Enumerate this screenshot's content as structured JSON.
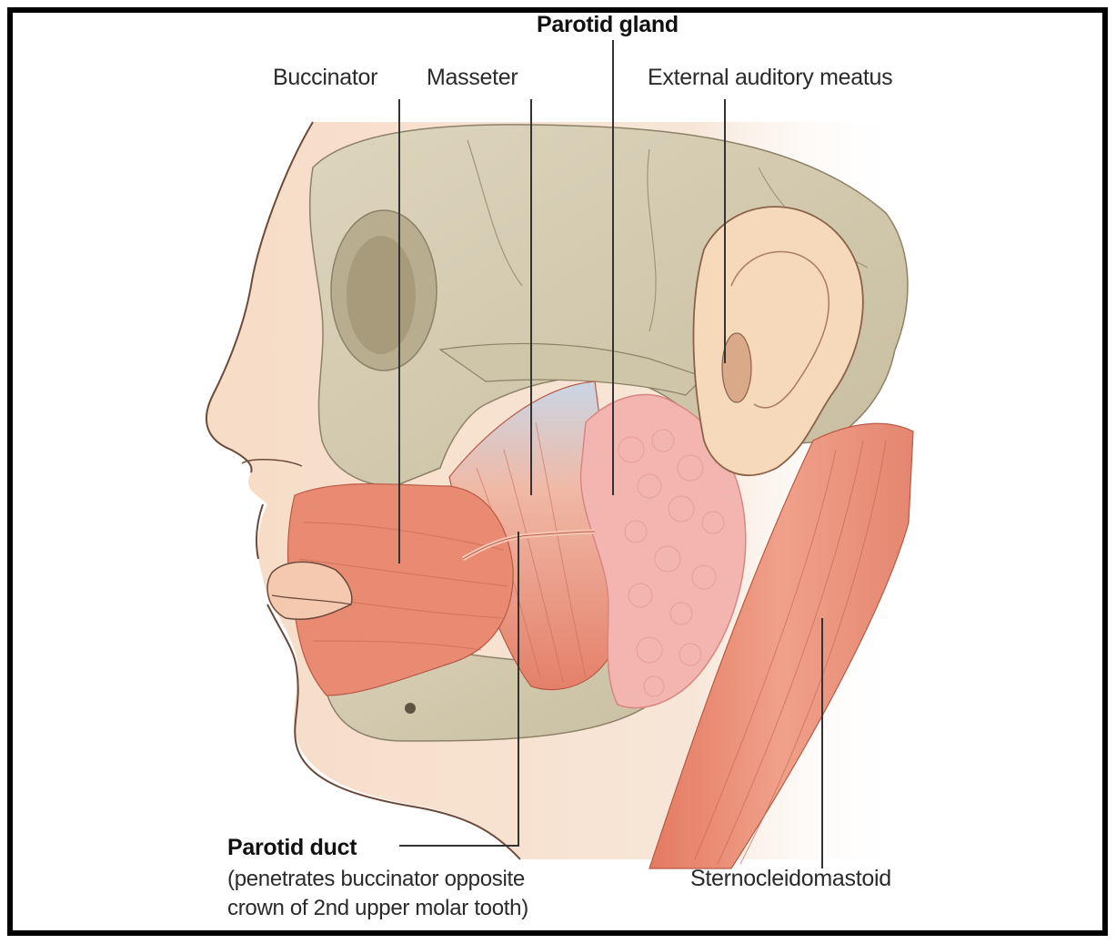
{
  "labels": {
    "parotid_gland": "Parotid gland",
    "buccinator": "Buccinator",
    "masseter": "Masseter",
    "external_auditory_meatus": "External auditory meatus",
    "parotid_duct": "Parotid duct",
    "parotid_duct_note_line1": "(penetrates buccinator opposite",
    "parotid_duct_note_line2": "crown of 2nd upper molar tooth)",
    "sternocleidomastoid": "Sternocleidomastoid"
  },
  "colors": {
    "skin": "#f7dcc6",
    "skin_outline": "#6b4a3a",
    "bone": "#d9d0b6",
    "bone_shadow": "#b8ad8e",
    "muscle": "#e98a72",
    "muscle_light": "#f2a68f",
    "tendon": "#c9d4e4",
    "gland": "#f3b5b0",
    "leader_line": "#333333"
  }
}
